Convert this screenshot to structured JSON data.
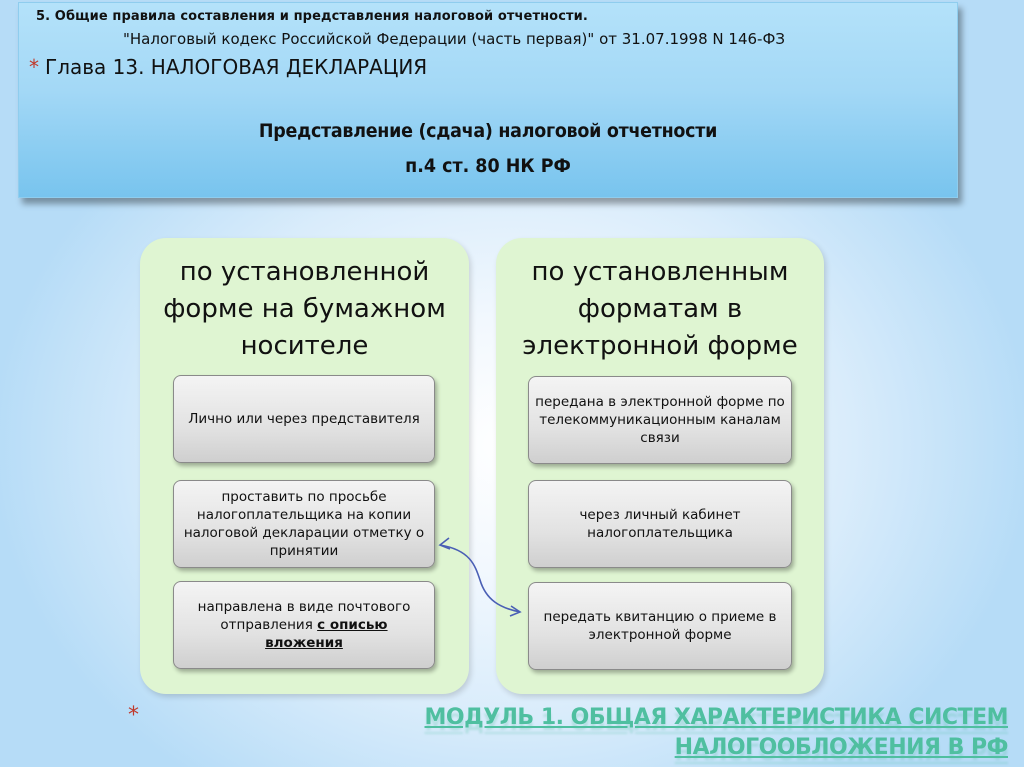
{
  "header": {
    "line1": "5. Общие правила составления и представления налоговой отчетности.",
    "line2": "\"Налоговый кодекс Российской Федерации (часть первая)\" от 31.07.1998 N 146-ФЗ",
    "bullet": "*",
    "chapter": "Глава 13. НАЛОГОВАЯ ДЕКЛАРАЦИЯ",
    "title": "Представление (сдача) налоговой отчетности",
    "subtitle": "п.4 ст. 80 НК РФ"
  },
  "columns": [
    {
      "title": "по установленной форме на бумажном носителе",
      "items": [
        {
          "text": "Лично или через представителя"
        },
        {
          "text": "проставить по просьбе налогоплательщика на копии налоговой декларации отметку о принятии"
        },
        {
          "text": "направлена в виде почтового отправления ",
          "emphasis": "с описью вложения"
        }
      ]
    },
    {
      "title": "по установленным форматам в электронной форме",
      "items": [
        {
          "text": "передана в электронной форме по телекоммуникационным каналам связи"
        },
        {
          "text": "через личный кабинет налогоплательщика"
        },
        {
          "text": "передать квитанцию о приеме в электронной форме"
        }
      ]
    }
  ],
  "connector": {
    "from": "columns.0.items.1",
    "to": "columns.1.items.2",
    "color": "#4a5fb5",
    "icon": "double-arrow-curve"
  },
  "footer": {
    "bullet": "*",
    "link": "МОДУЛЬ 1. ОБЩАЯ ХАРАКТЕРИСТИКА СИСТЕМ НАЛОГООБЛОЖЕНИЯ В РФ",
    "color": "#4fbfa0"
  },
  "colors": {
    "header_bg": "#a3d8f6",
    "column_bg": "#dff5d2",
    "card_bg": "#e2e2e2",
    "accent_asterisk": "#c0392b"
  }
}
